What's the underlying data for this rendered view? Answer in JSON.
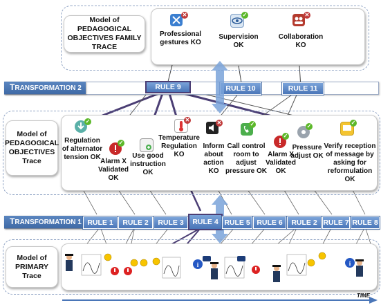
{
  "top": {
    "title": "Model of PEDAGOGICAL OBJECTIVES FAMILY TRACE",
    "items": [
      {
        "label": "Professional gestures KO",
        "icon": "tools-icon",
        "status": "ko"
      },
      {
        "label": "Supervision OK",
        "icon": "eye-icon",
        "status": "ok"
      },
      {
        "label": "Collaboration KO",
        "icon": "team-icon",
        "status": "ko"
      }
    ]
  },
  "transformation2": {
    "label_prefix": "T",
    "label_rest": "RANSFORMATION 2",
    "rules": [
      "RULE 9",
      "RULE 10",
      "RULE 11"
    ]
  },
  "middle": {
    "title": "Model of PEDAGOGICAL OBJECTIVES Trace",
    "items": [
      {
        "label": "Regulation of alternator tension OK",
        "icon": "download-icon",
        "status": "ok"
      },
      {
        "label": "Alarm X Validated OK",
        "icon": "alarm-icon",
        "status": "ok"
      },
      {
        "label": "Use good instruction OK",
        "icon": "document-icon",
        "status": "ok"
      },
      {
        "label": "Temperature Regulation KO",
        "icon": "thermometer-icon",
        "status": "ko"
      },
      {
        "label": "Inform about action KO",
        "icon": "speaker-icon",
        "status": "ko"
      },
      {
        "label": "Call control room to adjust pressure OK",
        "icon": "phone-icon",
        "status": "ok"
      },
      {
        "label": "Alarm X Validated OK",
        "icon": "alarm-icon",
        "status": "ok"
      },
      {
        "label": "Pressure adjust OK",
        "icon": "gear-icon",
        "status": "ok"
      },
      {
        "label": "Verify reception of message by asking for reformulation OK",
        "icon": "message-icon",
        "status": "ok"
      }
    ]
  },
  "transformation1": {
    "label_prefix": "T",
    "label_rest": "RANSFORMATION 1",
    "rules": [
      "RULE 1",
      "RULE 2",
      "RULE 3",
      "RULE 4",
      "RULE 5",
      "RULE 6",
      "RULE 2",
      "RULE 7",
      "RULE 8"
    ]
  },
  "bottom": {
    "title": "Model of PRIMARY Trace"
  },
  "time_label": "TIME",
  "colors": {
    "rule_blue": "#4a76b8",
    "highlight": "#4b3e74",
    "ok": "#5cb82a",
    "ko": "#c03b3b"
  }
}
